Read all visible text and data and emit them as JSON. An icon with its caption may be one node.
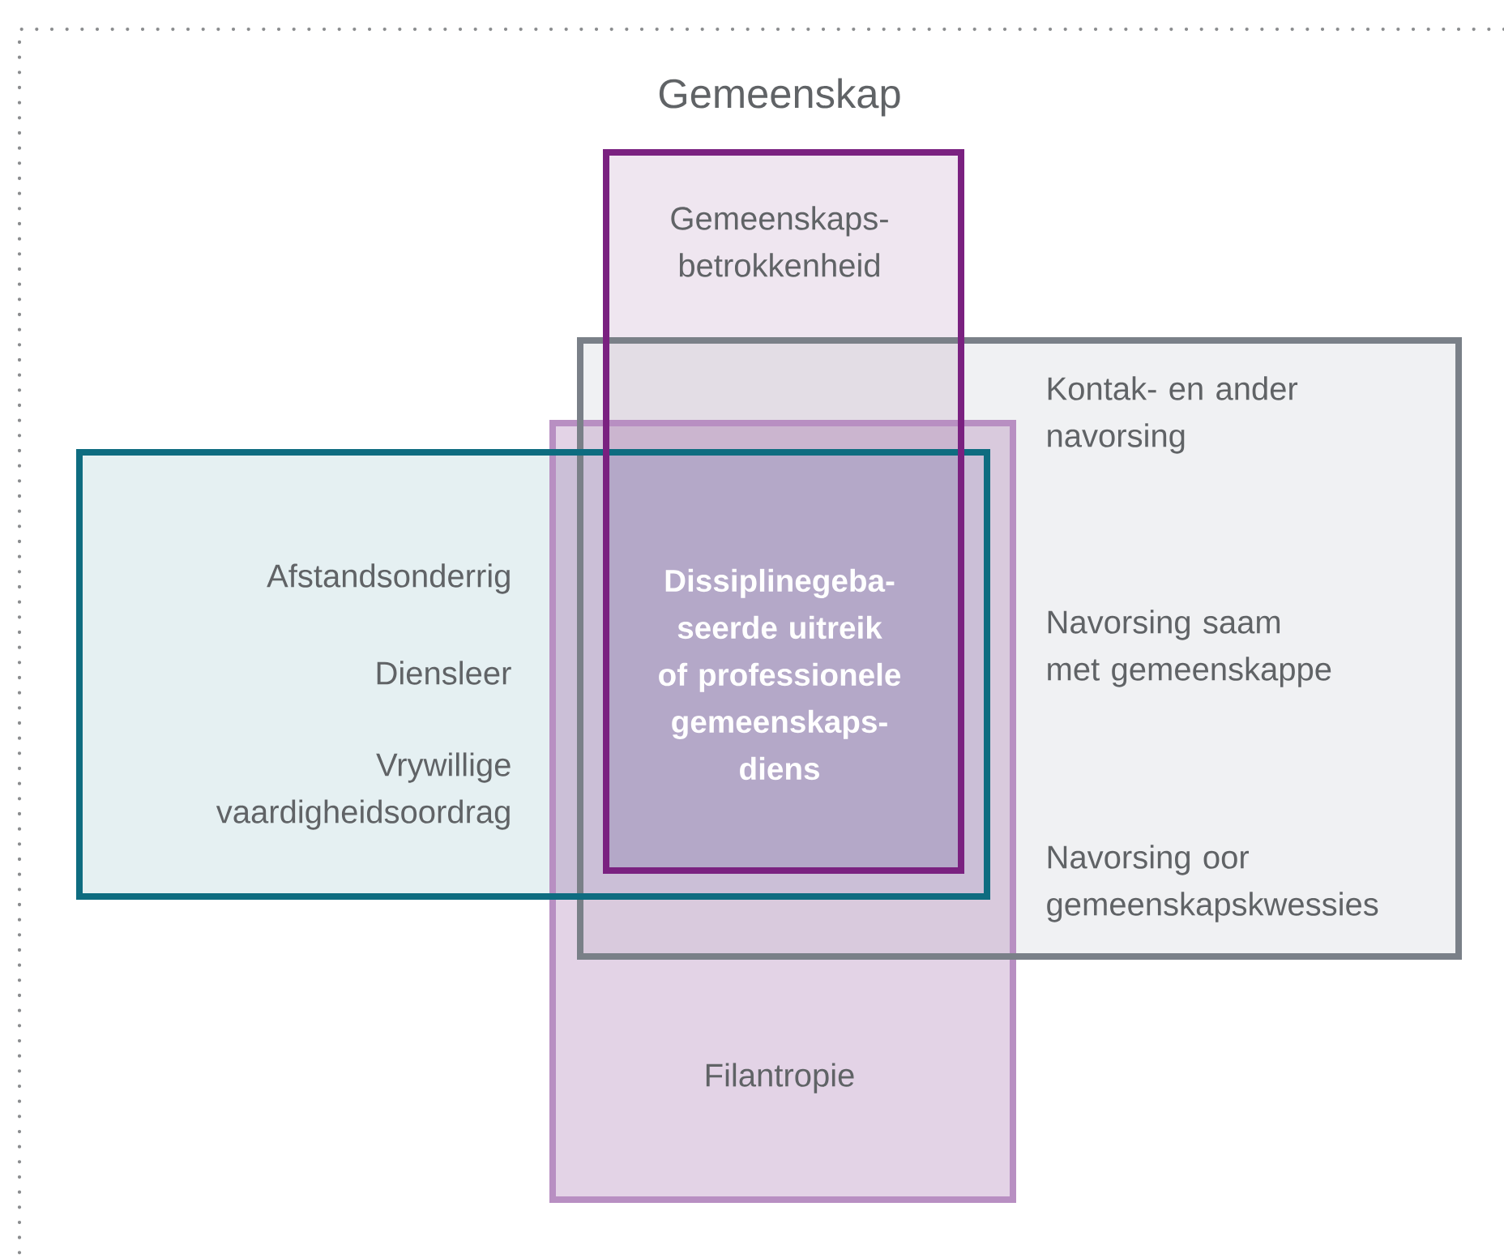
{
  "diagram": {
    "nodes": [
      {
        "text": [
          "Gemeenskap",
          "Gemeenskaps- betrokkenheid"
        ]
      },
      {
        "text": [
          "Kontak- en ander navorsing",
          "Navorsing saam met gemeenskappe",
          "Navorsing oor gemeenskapskwessies"
        ]
      },
      {
        "text": [
          "Afstandsonderrig",
          "Diensleer",
          "Vrywillige vaardigheidsoordrag"
        ]
      },
      {
        "text": [
          "Filantropie"
        ]
      }
    ],
    "labels": [
      "Dissiplinegeba- seerde uitreik of professionele gemeenskaps- diens"
    ]
  }
}
